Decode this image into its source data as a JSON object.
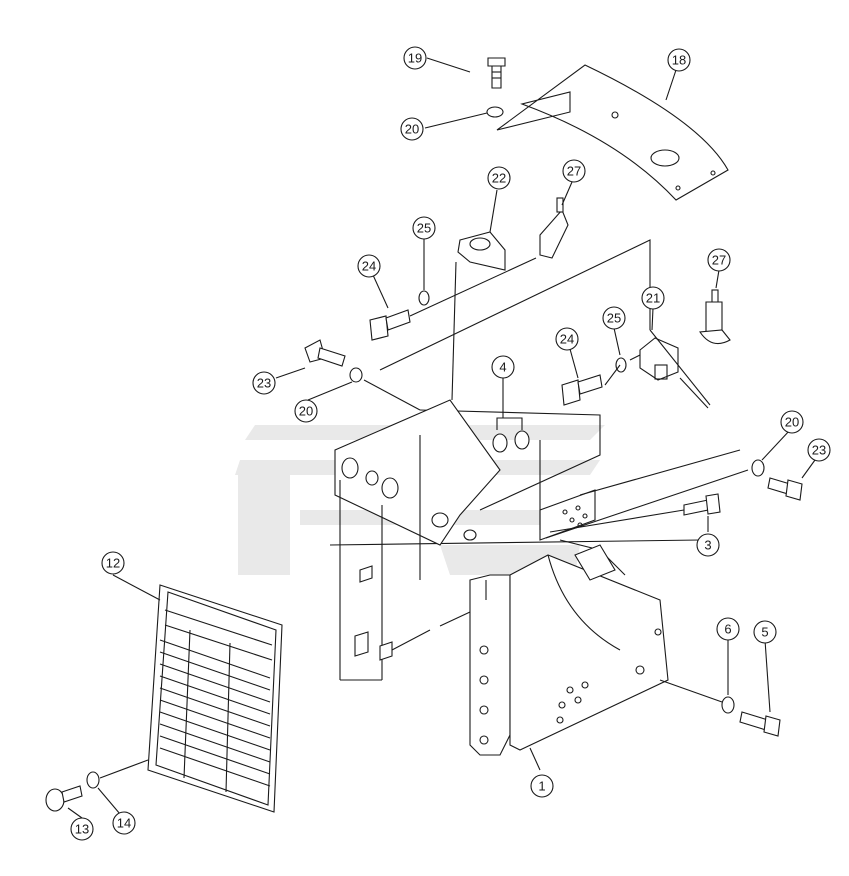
{
  "diagram": {
    "callouts": [
      {
        "id": "c19",
        "label": "19"
      },
      {
        "id": "c18",
        "label": "18"
      },
      {
        "id": "c20a",
        "label": "20"
      },
      {
        "id": "c22",
        "label": "22"
      },
      {
        "id": "c27a",
        "label": "27"
      },
      {
        "id": "c25a",
        "label": "25"
      },
      {
        "id": "c24a",
        "label": "24"
      },
      {
        "id": "c27b",
        "label": "27"
      },
      {
        "id": "c21",
        "label": "21"
      },
      {
        "id": "c25b",
        "label": "25"
      },
      {
        "id": "c24b",
        "label": "24"
      },
      {
        "id": "c4",
        "label": "4"
      },
      {
        "id": "c23a",
        "label": "23"
      },
      {
        "id": "c20b",
        "label": "20"
      },
      {
        "id": "c20c",
        "label": "20"
      },
      {
        "id": "c23b",
        "label": "23"
      },
      {
        "id": "c3",
        "label": "3"
      },
      {
        "id": "c12",
        "label": "12"
      },
      {
        "id": "c6",
        "label": "6"
      },
      {
        "id": "c5",
        "label": "5"
      },
      {
        "id": "c1",
        "label": "1"
      },
      {
        "id": "c13",
        "label": "13"
      },
      {
        "id": "c14",
        "label": "14"
      }
    ]
  }
}
